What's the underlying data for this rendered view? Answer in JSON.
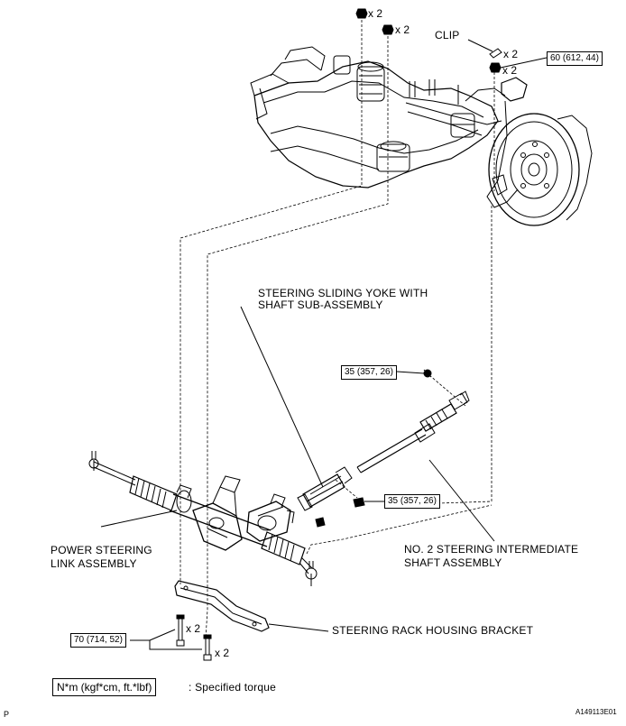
{
  "labels": {
    "clip": "CLIP",
    "steering_sliding_yoke_line1": "STEERING SLIDING YOKE WITH",
    "steering_sliding_yoke_line2": "SHAFT SUB-ASSEMBLY",
    "power_steering_line1": "POWER STEERING",
    "power_steering_line2": "LINK ASSEMBLY",
    "intermediate_shaft_line1": "NO. 2 STEERING INTERMEDIATE",
    "intermediate_shaft_line2": "SHAFT ASSEMBLY",
    "rack_housing_bracket": "STEERING RACK HOUSING BRACKET"
  },
  "quantities": {
    "top_nut_1": "x 2",
    "top_nut_2": "x 2",
    "clip": "x 2",
    "clip_nut": "x 2",
    "bracket_bolt_1": "x 2",
    "bracket_bolt_2": "x 2"
  },
  "torques": {
    "clip_nut": "60 (612, 44)",
    "intermediate_bolt": "35 (357, 26)",
    "yoke_bolt": "35 (357, 26)",
    "bracket_bolt": "70 (714, 52)"
  },
  "legend": {
    "unit": "N*m (kgf*cm, ft.*lbf)",
    "description": ": Specified torque"
  },
  "footer": {
    "left_code": "P",
    "figure_id": "A149113E01"
  }
}
